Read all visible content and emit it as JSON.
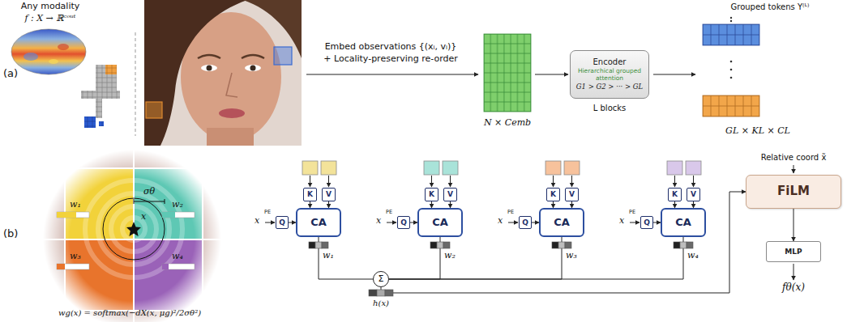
{
  "diagram": {
    "nodes": [
      {
        "text": [
          "Encoder",
          "Hierarchical grouped attention",
          "G1 > G2 > ··· > GL"
        ]
      },
      {
        "text": [
          "K"
        ]
      },
      {
        "text": [
          "V"
        ]
      },
      {
        "text": [
          "Q"
        ]
      },
      {
        "text": [
          "CA"
        ]
      },
      {
        "text": [
          "K"
        ]
      },
      {
        "text": [
          "V"
        ]
      },
      {
        "text": [
          "Q"
        ]
      },
      {
        "text": [
          "CA"
        ]
      },
      {
        "text": [
          "K"
        ]
      },
      {
        "text": [
          "V"
        ]
      },
      {
        "text": [
          "Q"
        ]
      },
      {
        "text": [
          "CA"
        ]
      },
      {
        "text": [
          "K"
        ]
      },
      {
        "text": [
          "V"
        ]
      },
      {
        "text": [
          "Q"
        ]
      },
      {
        "text": [
          "CA"
        ]
      },
      {
        "text": [
          "Σ"
        ]
      },
      {
        "text": [
          "FiLM"
        ]
      },
      {
        "text": [
          "MLP"
        ]
      }
    ],
    "edges": [
      {
        "from": 1,
        "to": 4,
        "arrow": "to"
      },
      {
        "from": 2,
        "to": 4,
        "arrow": "to"
      },
      {
        "from": 3,
        "to": 4,
        "arrow": "to"
      },
      {
        "from": 4,
        "to": 17,
        "arrow": "none",
        "label": "w₁"
      },
      {
        "from": 5,
        "to": 8,
        "arrow": "to"
      },
      {
        "from": 6,
        "to": 8,
        "arrow": "to"
      },
      {
        "from": 7,
        "to": 8,
        "arrow": "to"
      },
      {
        "from": 8,
        "to": 17,
        "arrow": "none",
        "label": "w₂"
      },
      {
        "from": 9,
        "to": 12,
        "arrow": "to"
      },
      {
        "from": 10,
        "to": 12,
        "arrow": "to"
      },
      {
        "from": 11,
        "to": 12,
        "arrow": "to"
      },
      {
        "from": 12,
        "to": 17,
        "arrow": "none",
        "label": "w₃"
      },
      {
        "from": 13,
        "to": 16,
        "arrow": "to"
      },
      {
        "from": 14,
        "to": 16,
        "arrow": "to"
      },
      {
        "from": 15,
        "to": 16,
        "arrow": "to"
      },
      {
        "from": 16,
        "to": 17,
        "arrow": "none",
        "label": "w₄"
      },
      {
        "from": 17,
        "to": 18,
        "arrow": "to"
      },
      {
        "from": 18,
        "to": 19,
        "arrow": "to"
      }
    ],
    "labels": [
      "(a)",
      "Any modality",
      "f : X → ℝᶜᵒᵘᵗ",
      "Embed observations {(xᵢ, vᵢ)}",
      "+ Locality-preserving re-order",
      "N × Cemb",
      "L blocks",
      "Grouped tokens Y⁽ᴸ⁾",
      "GL × KL × CL",
      "(b)",
      "w₁",
      "w₂",
      "w₃",
      "w₄",
      "σθ",
      "x",
      "wg(x) = softmax(−dX(x, μg)²/2σθ²)",
      "x",
      "PE",
      "x",
      "PE",
      "x",
      "PE",
      "x",
      "PE",
      "h(x)",
      "Relative coord x̃",
      "fθ(x)"
    ]
  }
}
